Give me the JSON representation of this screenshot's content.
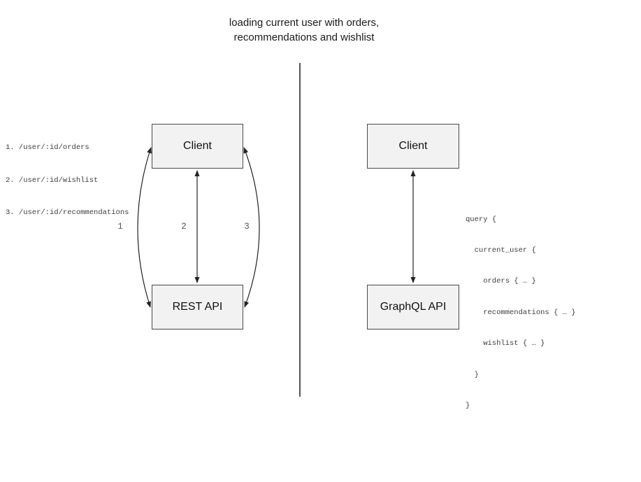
{
  "title": {
    "line1": "loading current user with orders,",
    "line2": "recommendations and wishlist"
  },
  "rest_panel": {
    "client_label": "Client",
    "api_label": "REST API",
    "endpoints": [
      "1. /user/:id/orders",
      "2. /user/:id/wishlist",
      "3. /user/:id/recommendations"
    ],
    "arrow_labels": [
      "1",
      "2",
      "3"
    ]
  },
  "graphql_panel": {
    "client_label": "Client",
    "api_label": "GraphQL API",
    "query_lines": [
      "query {",
      "  current_user {",
      "    orders { … }",
      "    recommendations { … }",
      "    wishlist { … }",
      "  }",
      "}"
    ]
  },
  "colors": {
    "box_fill": "#f2f2f2",
    "box_border": "#4a4a4a",
    "arrow": "#222222",
    "divider": "#555555",
    "arrow_label": "#555555",
    "mono_text": "#3d3d3d",
    "title_text": "#1a1a1a",
    "background": "#ffffff"
  }
}
